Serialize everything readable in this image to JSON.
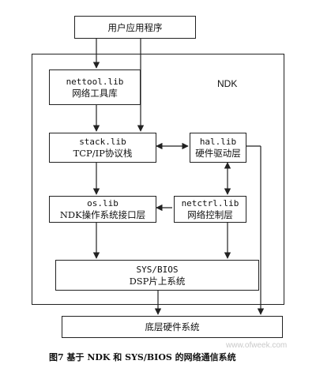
{
  "diagram": {
    "ndk_label": "NDK",
    "app": "用户应用程序",
    "nettool": {
      "lib": "nettool.lib",
      "desc": "网络工具库"
    },
    "stack": {
      "lib": "stack.lib",
      "desc": "TCP/IP协议栈"
    },
    "hal": {
      "lib": "hal.lib",
      "desc": "硬件驱动层"
    },
    "os": {
      "lib": "os.lib",
      "desc": "NDK操作系统接口层"
    },
    "netctrl": {
      "lib": "netctrl.lib",
      "desc": "网络控制层"
    },
    "sysbios": {
      "lib": "SYS/BIOS",
      "desc": "DSP片上系统"
    },
    "hardware": "底层硬件系统"
  },
  "caption": "图7  基于 NDK 和 SYS/BIOS 的网络通信系统",
  "watermark": "www.ofweek.com"
}
